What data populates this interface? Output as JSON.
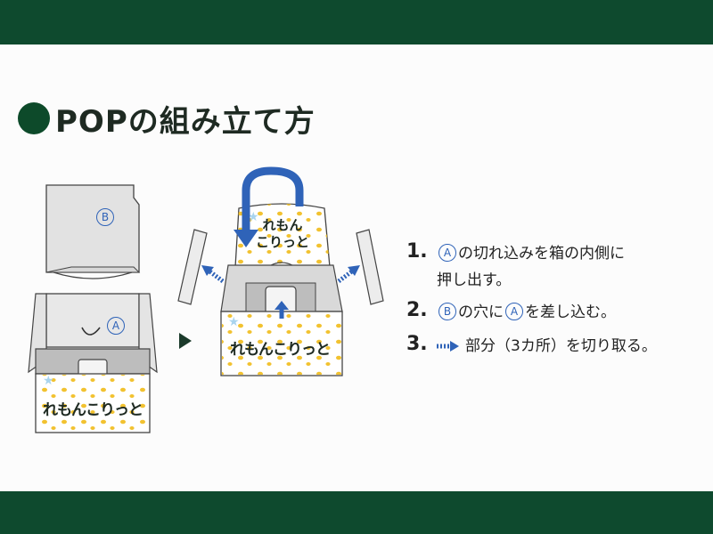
{
  "title": "POPの組み立て方",
  "labels": {
    "a": "A",
    "b": "B"
  },
  "product_name_line1": "れもんこりっと",
  "product_name_top_1": "れもん",
  "product_name_top_2": "こりっと",
  "colors": {
    "band": "#0e4a2e",
    "accent_blue": "#2f63b8",
    "lemon": "#f2c230",
    "dark": "#1e2a22"
  },
  "steps": [
    {
      "num": "1.",
      "parts": [
        "の切れ込みを箱の内側に",
        "押し出す。"
      ]
    },
    {
      "num": "2.",
      "parts": [
        "の穴に",
        "を差し込む。"
      ]
    },
    {
      "num": "3.",
      "parts": [
        "部分（3カ所）を切り取る。"
      ]
    }
  ]
}
